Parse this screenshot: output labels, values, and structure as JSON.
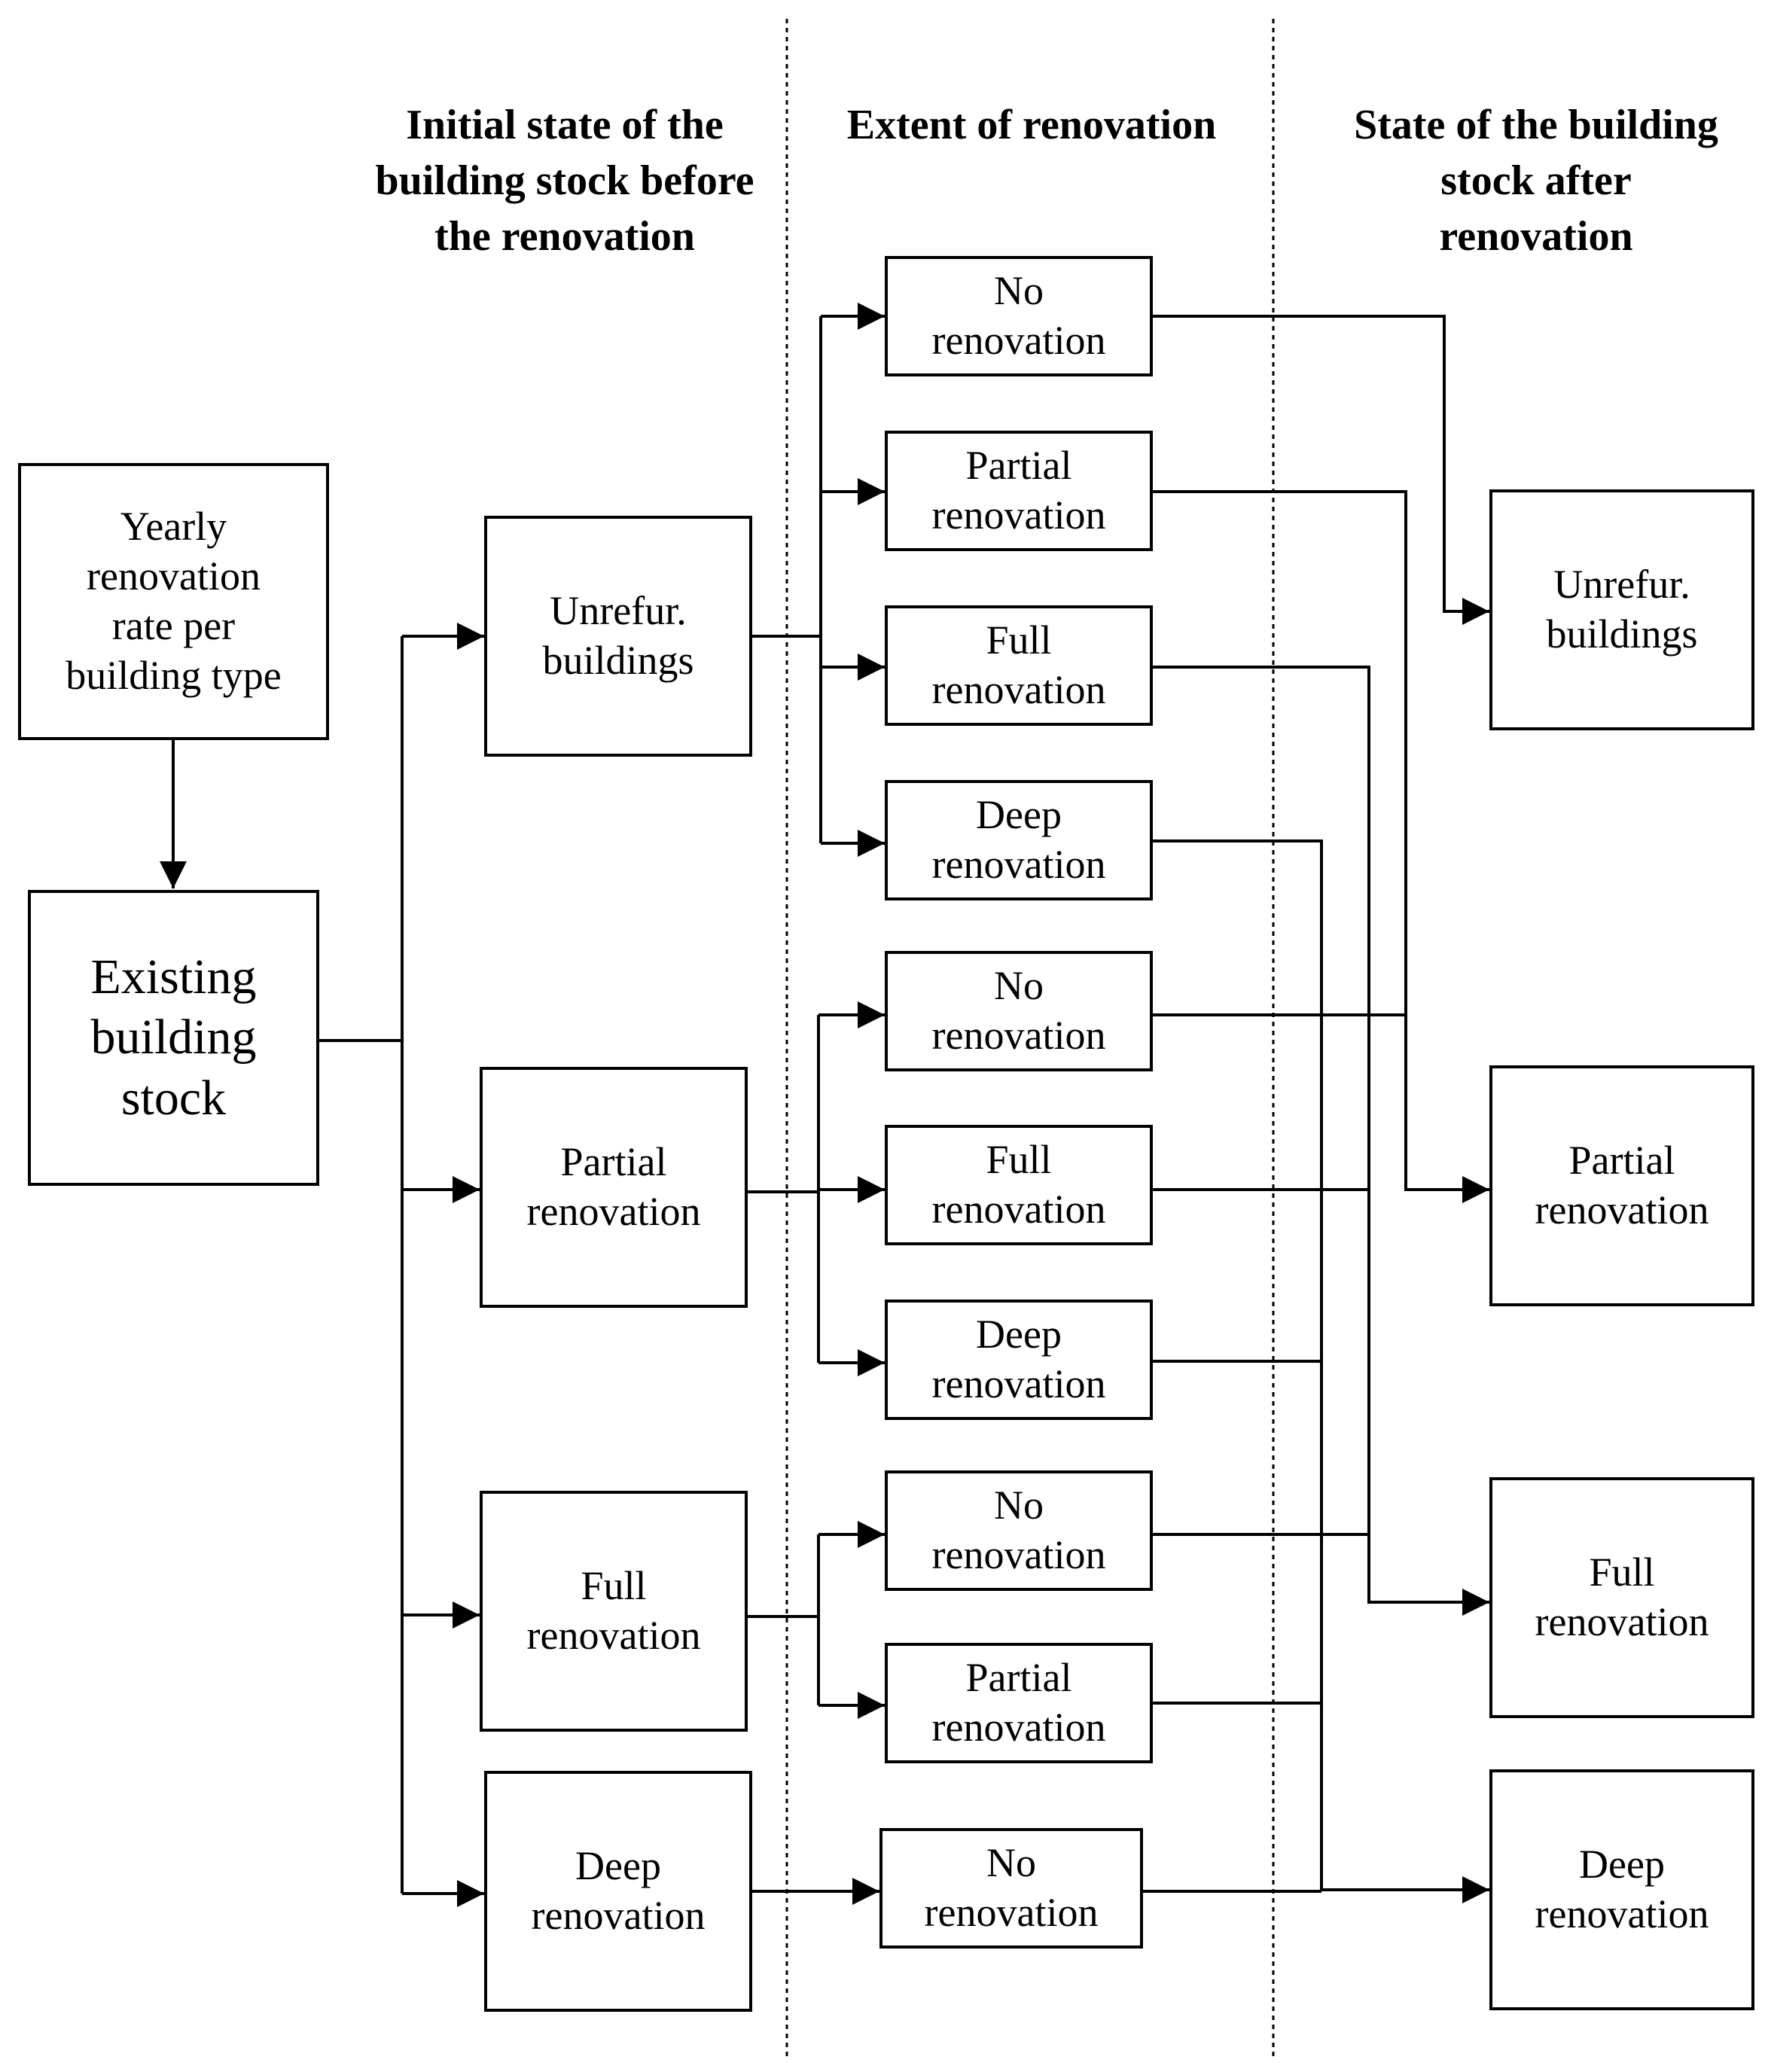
{
  "headers": {
    "initial": "Initial  state of the\nbuilding  stock before\nthe renovation",
    "extent": "Extent of renovation",
    "after": "State of the building\nstock after\nrenovation"
  },
  "source": {
    "yearly": "Yearly\nrenovation\nrate per\nbuilding type",
    "existing": "Existing\nbuilding\nstock"
  },
  "initial": {
    "unrefur": "Unrefur.\nbuildings",
    "partial": "Partial\nrenovation",
    "full": "Full\nrenovation",
    "deep": "Deep\nrenovation"
  },
  "extent": {
    "u_no": "No\nrenovation",
    "u_partial": "Partial\nrenovation",
    "u_full": "Full\nrenovation",
    "u_deep": "Deep\nrenovation",
    "p_no": "No\nrenovation",
    "p_full": "Full\nrenovation",
    "p_deep": "Deep\nrenovation",
    "f_no": "No\nrenovation",
    "f_partial": "Partial\nrenovation",
    "d_no": "No\nrenovation"
  },
  "after": {
    "unrefur": "Unrefur.\nbuildings",
    "partial": "Partial\nrenovation",
    "full": "Full\nrenovation",
    "deep": "Deep\nrenovation"
  }
}
